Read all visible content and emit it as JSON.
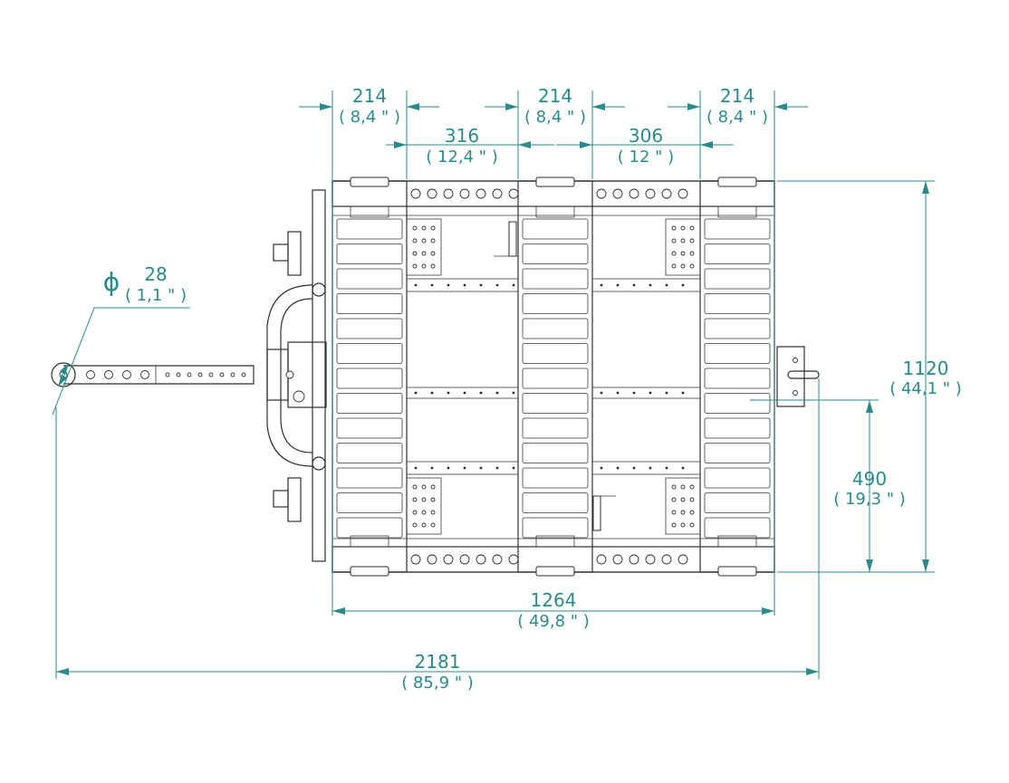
{
  "dimensions": {
    "top_left_214": {
      "value": "214",
      "inch": "( 8,4 \" )"
    },
    "top_mid_214": {
      "value": "214",
      "inch": "( 8,4 \" )"
    },
    "top_right_214": {
      "value": "214",
      "inch": "( 8,4 \" )"
    },
    "gap_316": {
      "value": "316",
      "inch": "( 12,4 \" )"
    },
    "gap_306": {
      "value": "306",
      "inch": "( 12 \" )"
    },
    "diameter": {
      "symbol": "ϕ",
      "value": "28",
      "inch": "( 1,1 \" )"
    },
    "height_1120": {
      "value": "1120",
      "inch": "( 44,1 \" )"
    },
    "height_490": {
      "value": "490",
      "inch": "( 19,3 \" )"
    },
    "width_1264": {
      "value": "1264",
      "inch": "( 49,8 \" )"
    },
    "overall_2181": {
      "value": "2181",
      "inch": "( 85,9 \" )"
    }
  },
  "colors": {
    "dimension": "#2b8a8a",
    "part_line": "#2e2e2e",
    "background": "#ffffff"
  }
}
